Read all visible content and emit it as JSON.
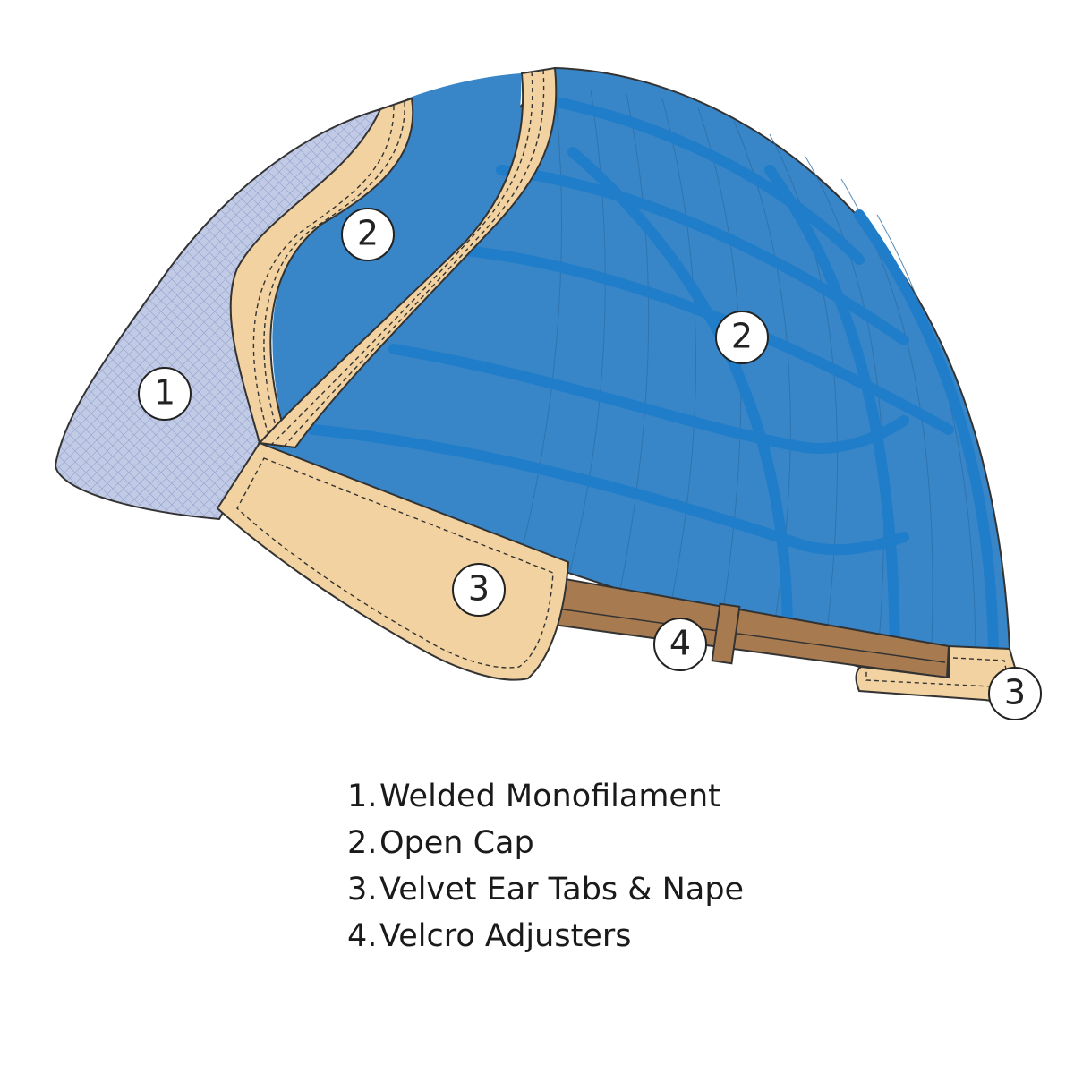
{
  "colors": {
    "cap_blue": "#3886c8",
    "strap_blue": "#1f7dc9",
    "mesh_fill": "#c2cbe6",
    "velvet_tan": "#f2d2a0",
    "velcro_brown": "#a77b4f",
    "outline": "#333333"
  },
  "callouts": [
    {
      "label": "1",
      "part": "mesh"
    },
    {
      "label": "2",
      "part": "front-cap"
    },
    {
      "label": "2",
      "part": "rear-cap"
    },
    {
      "label": "3",
      "part": "ear-tab"
    },
    {
      "label": "4",
      "part": "velcro-strap"
    },
    {
      "label": "3",
      "part": "nape-tab"
    }
  ],
  "legend": [
    {
      "number": "1.",
      "label": "Welded Monofilament"
    },
    {
      "number": "2.",
      "label": "Open Cap"
    },
    {
      "number": "3.",
      "label": "Velvet Ear Tabs & Nape"
    },
    {
      "number": "4.",
      "label": "Velcro Adjusters"
    }
  ]
}
